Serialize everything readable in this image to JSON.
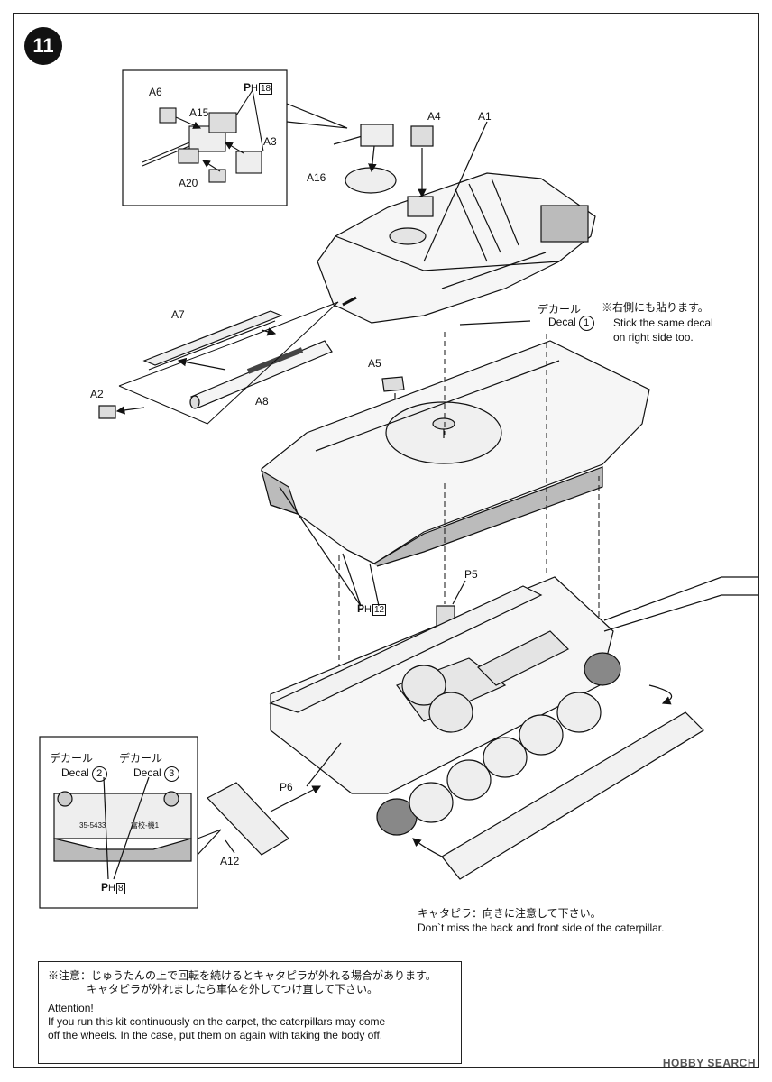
{
  "step_number": "11",
  "parts": {
    "a6": "A6",
    "a15": "A15",
    "a3": "A3",
    "a20": "A20",
    "a16": "A16",
    "a4": "A4",
    "a1": "A1",
    "a7": "A7",
    "a2": "A2",
    "a8": "A8",
    "a5": "A5",
    "p5": "P5",
    "p6": "P6",
    "a12": "A12"
  },
  "paint_refs": {
    "prefix": "P",
    "sub": "H",
    "ref_18": "18",
    "ref_12": "12",
    "ref_8": "8"
  },
  "decal1": {
    "jp": "デカール",
    "en": "Decal",
    "num": "1",
    "note_jp": "※右側にも貼ります。",
    "note_en1": "Stick the same decal",
    "note_en2": "on right side too."
  },
  "decal2": {
    "jp": "デカール",
    "en": "Decal",
    "num": "2"
  },
  "decal3": {
    "jp": "デカール",
    "en": "Decal",
    "num": "3"
  },
  "plate_codes": {
    "code1": "35-5433",
    "code2": "富校-機1"
  },
  "caterpillar_note": {
    "jp": "キャタピラ：向きに注意して下さい。",
    "en": "Don`t miss the back and front side of the caterpillar."
  },
  "attention": {
    "jp1": "※注意：じゅうたんの上で回転を続けるとキャタピラが外れる場合があります。",
    "jp2": "キャタピラが外れましたら車体を外してつけ直して下さい。",
    "title": "Attention!",
    "line1": "If you run this kit continuously on the carpet, the caterpillars may come",
    "line2": "off the wheels. In the case, put them on again with taking the body off."
  },
  "watermark": "HOBBY SEARCH"
}
